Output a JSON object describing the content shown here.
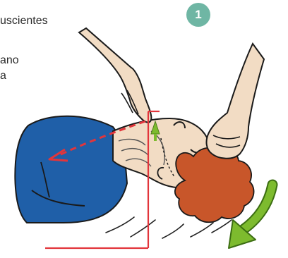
{
  "caption": {
    "line1": "uscientes",
    "line2": "ano",
    "line3": "a"
  },
  "step_badge": "1",
  "colors": {
    "badge": "#6fb6a4",
    "shirt": "#1f5fa8",
    "skin": "#f2dcc4",
    "hair": "#c8562a",
    "arrow_red": "#e2353b",
    "arrow_green": "#7dbb2e"
  },
  "icons": [
    "hand-on-chin-icon",
    "hand-on-forehead-icon",
    "head-tilt-arrow-icon",
    "neck-extension-arrow-icon",
    "airway-arrow-icon"
  ]
}
